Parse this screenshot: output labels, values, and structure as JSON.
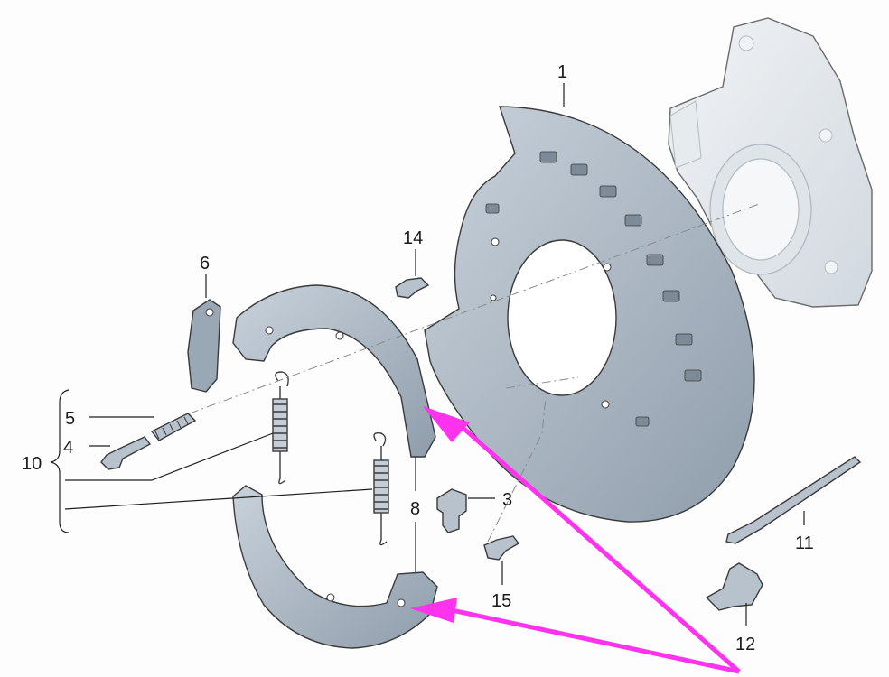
{
  "diagram": {
    "callouts": [
      {
        "id": "1",
        "label": "1"
      },
      {
        "id": "3",
        "label": "3"
      },
      {
        "id": "4",
        "label": "4"
      },
      {
        "id": "5",
        "label": "5"
      },
      {
        "id": "6",
        "label": "6"
      },
      {
        "id": "8",
        "label": "8"
      },
      {
        "id": "10",
        "label": "10"
      },
      {
        "id": "11",
        "label": "11"
      },
      {
        "id": "12",
        "label": "12"
      },
      {
        "id": "14",
        "label": "14"
      },
      {
        "id": "15",
        "label": "15"
      }
    ],
    "colors": {
      "part_fill": "#aab6c2",
      "part_dark": "#8795a3",
      "part_light": "#c9d2db",
      "arrow": "#ff33ee"
    }
  }
}
